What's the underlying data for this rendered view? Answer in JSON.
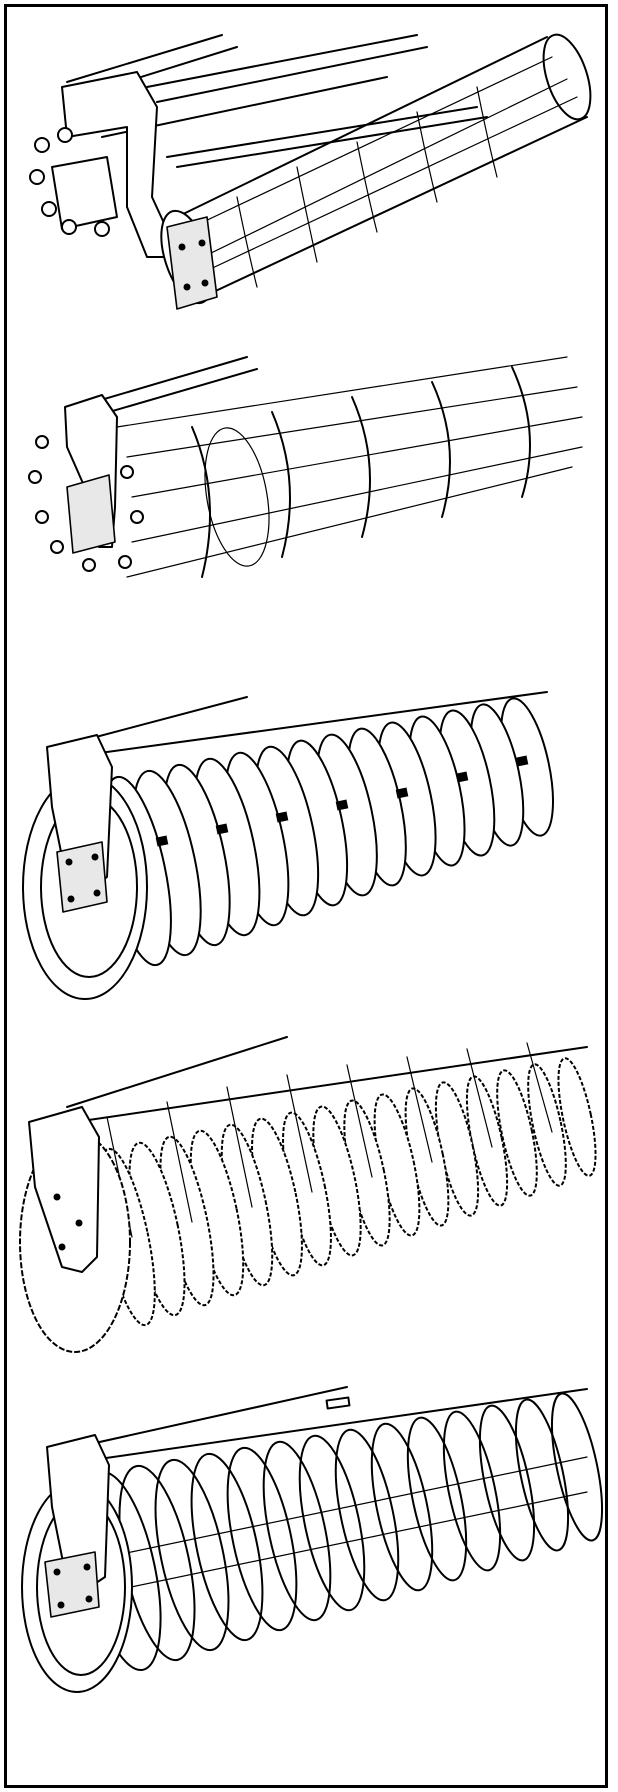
{
  "figure": {
    "border_color": "#000000",
    "background_color": "#ffffff",
    "line_color": "#000000"
  },
  "panels": [
    {
      "id": "panel-1",
      "subject": "open-cage-roller-with-frame"
    },
    {
      "id": "panel-2",
      "subject": "cage-roller"
    },
    {
      "id": "panel-3",
      "subject": "ring-roller"
    },
    {
      "id": "panel-4",
      "subject": "toothed-disc-roller"
    },
    {
      "id": "panel-5",
      "subject": "spiral-cage-roller"
    }
  ]
}
